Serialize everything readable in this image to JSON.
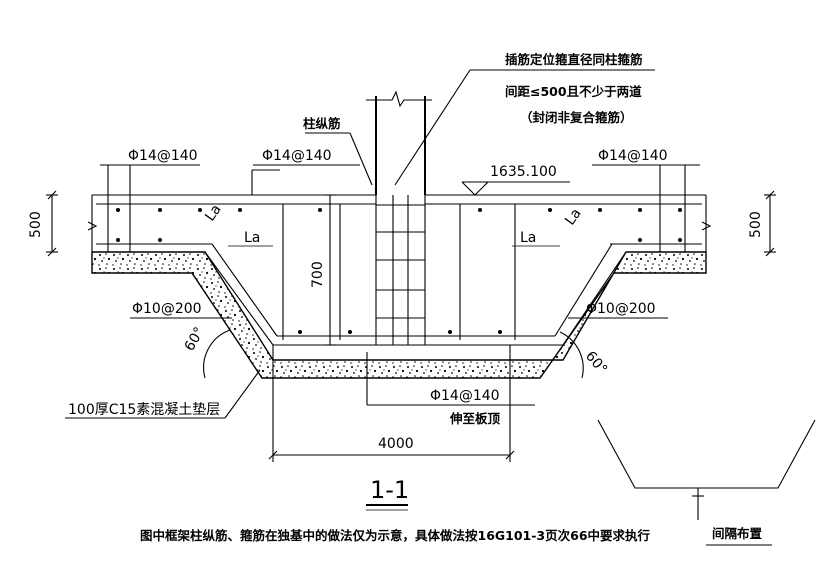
{
  "annotations": {
    "insert_rebar_line1": "插筋定位箍直径同柱箍筋",
    "insert_rebar_line2": "间距≤500且不少于两道",
    "insert_rebar_line3": "（封闭非复合箍筋）",
    "column_longitudinal": "柱纵筋",
    "elevation": "1635.100",
    "rebar_top_left": "Φ14@140",
    "rebar_top_mid": "Φ14@140",
    "rebar_top_right": "Φ14@140",
    "rebar_side_left": "Φ10@200",
    "rebar_side_right": "Φ10@200",
    "rebar_bottom": "Φ14@140",
    "extend_to_top": "伸至板顶",
    "la_left_diag": "La",
    "la_left_horiz": "La",
    "la_right_horiz": "La",
    "la_right_diag": "La",
    "angle_left": "60°",
    "angle_right": "60°",
    "cushion_layer": "100厚C15素混凝土垫层",
    "note": "图中框架柱纵筋、箍筋在独基中的做法仅为示意，具体做法按16G101-3页次66中要求执行",
    "spacing_layout": "间隔布置"
  },
  "dimensions": {
    "left_thickness": "500",
    "right_thickness": "500",
    "depth": "700",
    "pit_width": "4000"
  },
  "section_label": "1-1"
}
